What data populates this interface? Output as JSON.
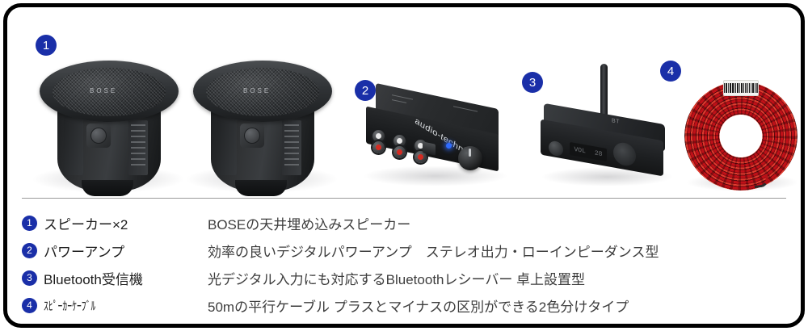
{
  "theme": {
    "badge_blue": "#1a2fa8",
    "border_black": "#000000",
    "divider_gray": "#9a9a9a",
    "label_color": "#1c1c1c",
    "desc_color": "#3d3d3d",
    "background": "#ffffff"
  },
  "photos": {
    "badges": [
      {
        "id": "1",
        "target": "ceiling-speakers"
      },
      {
        "id": "2",
        "target": "power-amplifier"
      },
      {
        "id": "3",
        "target": "bluetooth-receiver"
      },
      {
        "id": "4",
        "target": "speaker-cable"
      }
    ],
    "speaker": {
      "brand_wordmark": "BOSE"
    },
    "amplifier": {
      "brand_wordmark": "audio-technica"
    },
    "receiver": {
      "display_left": "VOL",
      "display_right": "28",
      "logo": "BT"
    }
  },
  "legend": {
    "rows": [
      {
        "num": "1",
        "label": "スピーカー×2",
        "desc": "BOSEの天井埋め込みスピーカー"
      },
      {
        "num": "2",
        "label": "パワーアンプ",
        "desc": "効率の良いデジタルパワーアンプ　ステレオ出力・ローインピーダンス型"
      },
      {
        "num": "3",
        "label": "Bluetooth受信機",
        "desc": "光デジタル入力にも対応するBluetoothレシーバー 卓上設置型"
      },
      {
        "num": "4",
        "label": "ｽﾋﾟｰｶｰｹｰﾌﾞﾙ",
        "desc": "50mの平行ケーブル プラスとマイナスの区別ができる2色分けタイプ"
      }
    ]
  }
}
